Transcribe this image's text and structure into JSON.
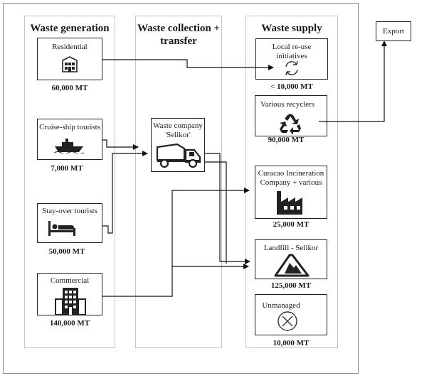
{
  "columns": {
    "generation": "Waste generation",
    "collection": "Waste collection + transfer",
    "supply": "Waste supply"
  },
  "sources": [
    {
      "label": "Residential",
      "amount": "60,000 MT",
      "icon": "apartment-building-icon"
    },
    {
      "label": "Cruise-ship tourists",
      "amount": "7,000 MT",
      "icon": "cruise-ship-icon"
    },
    {
      "label": "Stay-over tourists",
      "amount": "50,000 MT",
      "icon": "hotel-bed-icon"
    },
    {
      "label": "Commercial",
      "amount": "140,000 MT",
      "icon": "office-building-icon"
    }
  ],
  "collector": {
    "label": "Waste company 'Selikor'",
    "icon": "dump-truck-icon"
  },
  "destinations": [
    {
      "label": "Local re-use initiatives",
      "amount": "< 10,000 MT",
      "icon": "reuse-cycle-icon"
    },
    {
      "label": "Various recyclers",
      "amount": "90,000 MT",
      "icon": "recycling-icon"
    },
    {
      "label": "Curacao Incineration Company + various",
      "amount": "25,000 MT",
      "icon": "factory-icon"
    },
    {
      "label": "Landfill - Selikor",
      "amount": "125,000 MT",
      "icon": "landfill-icon"
    },
    {
      "label": "Unmanaged",
      "amount": "10,000 MT",
      "icon": "unmanaged-x-icon"
    }
  ],
  "export": {
    "label": "Export"
  }
}
